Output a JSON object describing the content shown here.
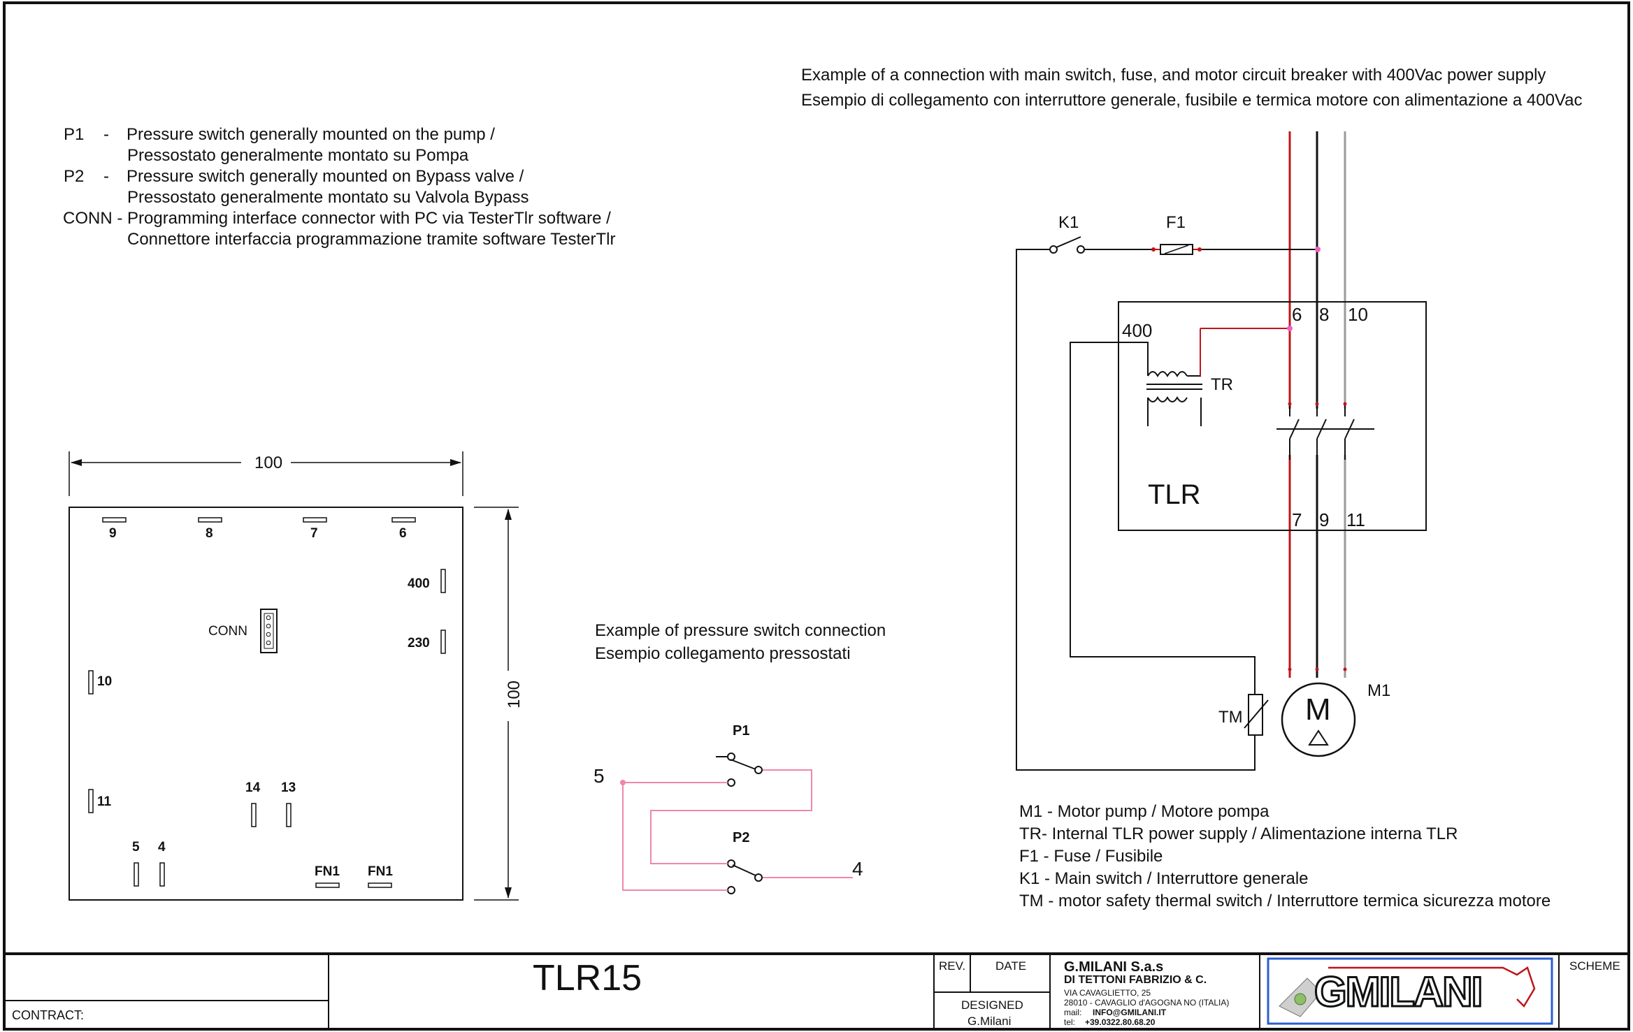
{
  "legend_top": {
    "lines": [
      {
        "code": "P1",
        "sep": "-",
        "text": "Pressure switch generally mounted on the pump /"
      },
      {
        "code": "",
        "sep": "",
        "text": "Pressostato generalmente montato su Pompa"
      },
      {
        "code": "P2",
        "sep": "-",
        "text": "Pressure switch generally mounted on Bypass valve /"
      },
      {
        "code": "",
        "sep": "",
        "text": "Pressostato generalmente montato su Valvola Bypass"
      },
      {
        "code": "CONN - Programming interface connector with PC via TesterTlr software /",
        "sep": "",
        "text": ""
      },
      {
        "code": "",
        "sep": "",
        "text": "Connettore interfaccia programmazione tramite software TesterTlr"
      }
    ]
  },
  "board": {
    "dim_width": "100",
    "dim_height": "100",
    "terminals": {
      "t9": "9",
      "t8": "8",
      "t7": "7",
      "t6": "6",
      "t400": "400",
      "t230": "230",
      "t10": "10",
      "t11": "11",
      "t14": "14",
      "t13": "13",
      "t5": "5",
      "t4": "4",
      "fn1a": "FN1",
      "fn1b": "FN1"
    },
    "conn_label": "CONN"
  },
  "pressure_example": {
    "title_en": "Example of pressure switch connection",
    "title_it": "Esempio collegamento pressostati",
    "p1": "P1",
    "p2": "P2",
    "term5": "5",
    "term4": "4"
  },
  "power_example": {
    "title_en": "Example of a connection with main switch, fuse, and motor circuit breaker with 400Vac power supply",
    "title_it": "Esempio di collegamento con interruttore generale, fusibile e termica motore con alimentazione a 400Vac",
    "k1": "K1",
    "f1": "F1",
    "t6": "6",
    "t8": "8",
    "t10": "10",
    "t400": "400",
    "tr": "TR",
    "tlr": "TLR",
    "t7": "7",
    "t9": "9",
    "t11": "11",
    "tm": "TM",
    "motor": "M",
    "m1": "M1"
  },
  "legend_bottom": [
    "M1 - Motor pump / Motore pompa",
    "TR- Internal TLR power supply / Alimentazione interna TLR",
    "F1 - Fuse / Fusibile",
    "K1 - Main switch / Interruttore generale",
    "TM - motor safety thermal switch / Interruttore termica sicurezza motore"
  ],
  "title_block": {
    "contract_label": "CONTRACT:",
    "title": "TLR15",
    "rev_label": "REV.",
    "date_label": "DATE",
    "designed_label": "DESIGNED",
    "designer": "G.Milani",
    "company_name": "G.MILANI S.a.s",
    "company_sub": "DI TETTONI FABRIZIO & C.",
    "address1": "VIA CAVAGLIETTO, 25",
    "address2": "28010 - CAVAGLIO d'AGOGNA NO (ITALIA)",
    "mail_label": "mail:",
    "mail": "INFO@GMILANI.IT",
    "tel_label": "tel:",
    "tel": "+39.0322.80.68.20",
    "logo_text": "GMILANI",
    "scheme_label": "SCHEME"
  },
  "colors": {
    "line": "#111111",
    "red": "#c0151b",
    "grey": "#9a9a9a",
    "pink": "#ee88aa",
    "node": "#f060c0",
    "logo_blue": "#2a5fd0"
  }
}
